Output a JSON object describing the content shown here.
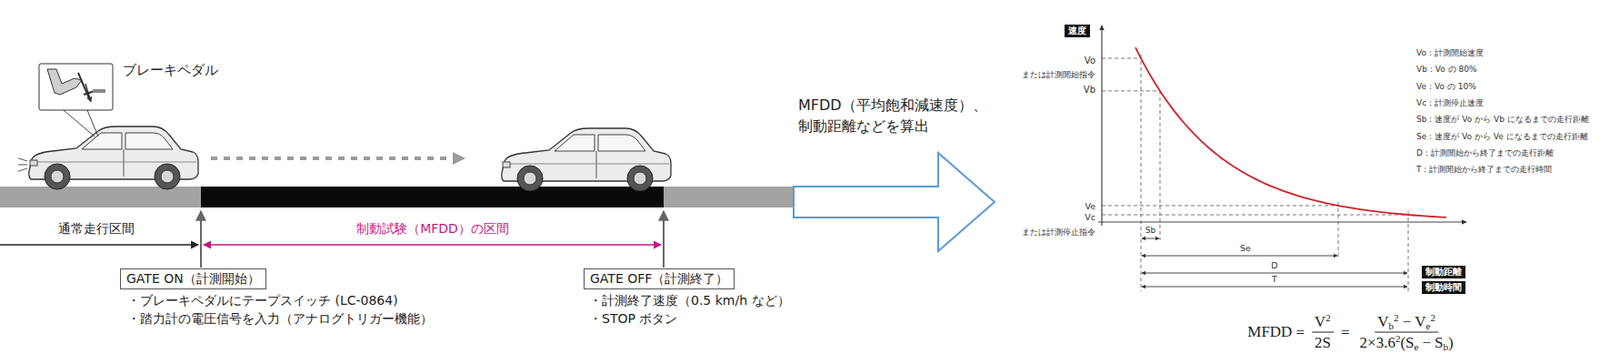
{
  "diagram": {
    "nodes": [
      {
        "text": [
          "GATE ON（計測開始）"
        ]
      },
      {
        "text": [
          "GATE OFF（計測終了）"
        ]
      },
      {
        "text": [
          "速度"
        ]
      },
      {
        "text": [
          "制動距離"
        ]
      },
      {
        "text": [
          "制動時間"
        ]
      }
    ],
    "labels": [
      "ブレーキペダル",
      "通常走行区間",
      "制動試験（MFDD）の区間",
      "・ブレーキペダルにテープスイッチ (LC-0864)",
      "・踏力計の電圧信号を入力（アナログトリガー機能）",
      "・計測終了速度（0.5 km/h など）",
      "・STOP ボタン",
      "MFDD（平均飽和減速度）、 制動距離などを算出",
      "Vo",
      "または計測開始指令",
      "Vb",
      "Ve",
      "Vc",
      "または計測停止指令",
      "Sb",
      "Se",
      "D",
      "T",
      "Vo：計測開始速度",
      "Vb：Vo の 80%",
      "Ve：Vo の 10%",
      "Vc：計測停止速度",
      "Sb：速度が Vo から Vb になるまでの走行距離",
      "Se：速度が Vo から Ve になるまでの走行距離",
      "D：計測開始から終了までの走行距離",
      "T：計測開始から終了までの走行時間",
      "MFDD",
      "=",
      "V",
      "2",
      "2S",
      "=",
      "V",
      "b",
      "2",
      "−",
      "V",
      "e",
      "2",
      "2×3.6",
      "2",
      "(S",
      "e",
      "−",
      "S",
      "b",
      ")"
    ]
  }
}
